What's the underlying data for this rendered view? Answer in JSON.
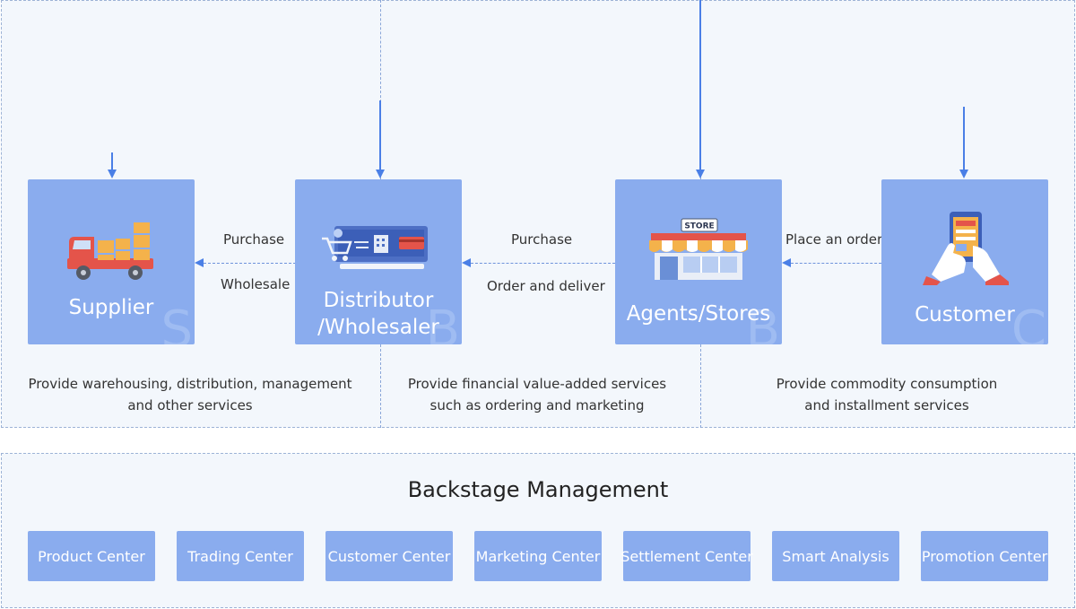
{
  "nodes": [
    {
      "label_lines": [
        "Supplier"
      ],
      "letter": "S",
      "description_lines": [
        "Provide warehousing, distribution, management",
        "and other services"
      ]
    },
    {
      "label_lines": [
        "Distributor",
        "/Wholesaler"
      ],
      "letter": "B",
      "description_lines": [
        "Provide financial value-added services",
        "such as ordering and marketing"
      ]
    },
    {
      "label_lines": [
        "Agents/Stores"
      ],
      "letter": "B",
      "store_sign": "STORE",
      "description_lines": [
        "Provide commodity consumption",
        "and installment services"
      ]
    },
    {
      "label_lines": [
        "Customer"
      ],
      "letter": "C"
    }
  ],
  "flows": [
    {
      "top_label": "Purchase",
      "bottom_label": "Wholesale"
    },
    {
      "top_label": "Purchase",
      "bottom_label": "Order and deliver"
    },
    {
      "top_label": "Place an order"
    }
  ],
  "backstage": {
    "title": "Backstage Management",
    "centers": [
      "Product Center",
      "Trading Center",
      "Customer Center",
      "Marketing Center",
      "Settlement Center",
      "Smart Analysis",
      "Promotion Center"
    ]
  },
  "colors": {
    "card": "#8aacee",
    "arrow": "#4a7fe6",
    "panel_border": "#9db3d6",
    "panel_bg": "#f3f7fc",
    "icon_orange": "#f4b24b",
    "icon_red": "#e4544a"
  },
  "icons": [
    "delivery-truck-icon",
    "computer-shopping-cart-icon",
    "storefront-icon",
    "hand-phone-icon"
  ]
}
